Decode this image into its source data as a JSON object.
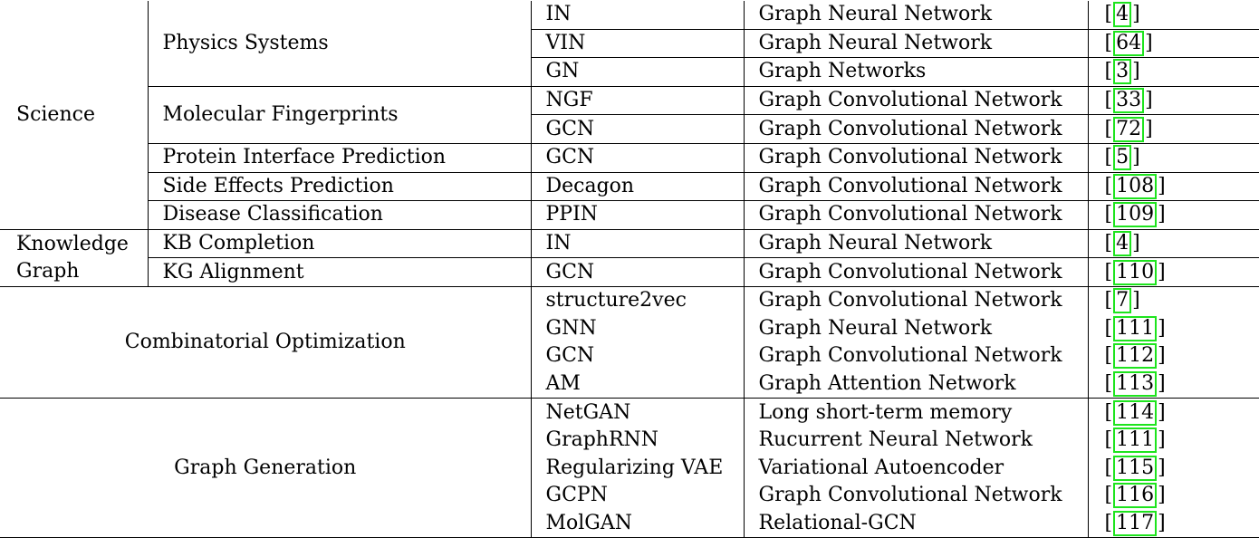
{
  "table": {
    "groups": [
      {
        "area": "Science",
        "apps": [
          {
            "name": "Physics Systems",
            "rows": [
              {
                "algorithm": "IN",
                "architecture": "Graph Neural Network",
                "ref": "4"
              },
              {
                "algorithm": "VIN",
                "architecture": "Graph Neural Network",
                "ref": "64"
              },
              {
                "algorithm": "GN",
                "architecture": "Graph Networks",
                "ref": "3"
              }
            ]
          },
          {
            "name": "Molecular Fingerprints",
            "rows": [
              {
                "algorithm": "NGF",
                "architecture": "Graph Convolutional Network",
                "ref": "33"
              },
              {
                "algorithm": "GCN",
                "architecture": "Graph Convolutional Network",
                "ref": "72"
              }
            ]
          },
          {
            "name": "Protein Interface Prediction",
            "rows": [
              {
                "algorithm": "GCN",
                "architecture": "Graph Convolutional Network",
                "ref": "5"
              }
            ]
          },
          {
            "name": "Side Effects Prediction",
            "rows": [
              {
                "algorithm": "Decagon",
                "architecture": "Graph Convolutional Network",
                "ref": "108"
              }
            ]
          },
          {
            "name": "Disease Classification",
            "rows": [
              {
                "algorithm": "PPIN",
                "architecture": "Graph Convolutional Network",
                "ref": "109"
              }
            ]
          }
        ]
      },
      {
        "area": "Knowledge Graph",
        "apps": [
          {
            "name": "KB Completion",
            "rows": [
              {
                "algorithm": "IN",
                "architecture": "Graph Neural Network",
                "ref": "4"
              }
            ]
          },
          {
            "name": "KG Alignment",
            "rows": [
              {
                "algorithm": "GCN",
                "architecture": "Graph Convolutional Network",
                "ref": "110"
              }
            ]
          }
        ]
      },
      {
        "area": "Combinatorial Optimization",
        "span_area": true,
        "rows": [
          {
            "algorithm": "structure2vec",
            "architecture": "Graph Convolutional Network",
            "ref": "7"
          },
          {
            "algorithm": "GNN",
            "architecture": "Graph Neural Network",
            "ref": "111"
          },
          {
            "algorithm": "GCN",
            "architecture": "Graph Convolutional Network",
            "ref": "112"
          },
          {
            "algorithm": "AM",
            "architecture": "Graph Attention Network",
            "ref": "113"
          }
        ]
      },
      {
        "area": "Graph Generation",
        "span_area": true,
        "rows": [
          {
            "algorithm": "NetGAN",
            "architecture": "Long short-term memory",
            "ref": "114"
          },
          {
            "algorithm": "GraphRNN",
            "architecture": "Rucurrent Neural Network",
            "ref": "111"
          },
          {
            "algorithm": "Regularizing VAE",
            "architecture": "Variational Autoencoder",
            "ref": "115"
          },
          {
            "algorithm": "GCPN",
            "architecture": "Graph Convolutional Network",
            "ref": "116"
          },
          {
            "algorithm": "MolGAN",
            "architecture": "Relational-GCN",
            "ref": "117"
          }
        ]
      }
    ],
    "colors": {
      "text": "#000000",
      "rule": "#000000",
      "citation_box": "#1ee41e"
    }
  }
}
